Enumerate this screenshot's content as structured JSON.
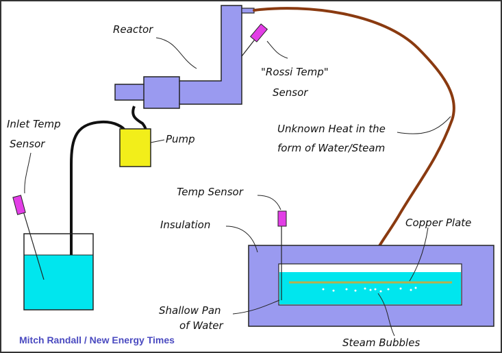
{
  "labels": {
    "reactor": "Reactor",
    "rossi_temp_line1": "\"Rossi Temp\"",
    "rossi_temp_line2": "Sensor",
    "pump": "Pump",
    "inlet_temp_line1": "Inlet Temp",
    "inlet_temp_line2": "Sensor",
    "unknown_heat_line1": "Unknown Heat in the",
    "unknown_heat_line2": "form of Water/Steam",
    "temp_sensor": "Temp Sensor",
    "insulation": "Insulation",
    "copper_plate": "Copper Plate",
    "shallow_pan_line1": "Shallow Pan",
    "shallow_pan_line2": "of Water",
    "steam_bubbles": "Steam Bubbles"
  },
  "credit": "Mitch Randall / New Energy Times",
  "colors": {
    "reactor": "#9a9af0",
    "outline": "#222222",
    "sensor": "#e23ee6",
    "pump": "#f2ee1a",
    "water": "#00e6ee",
    "hose": "#8a3a10",
    "copper": "#b8b04a",
    "credit": "#4a4ac0"
  }
}
